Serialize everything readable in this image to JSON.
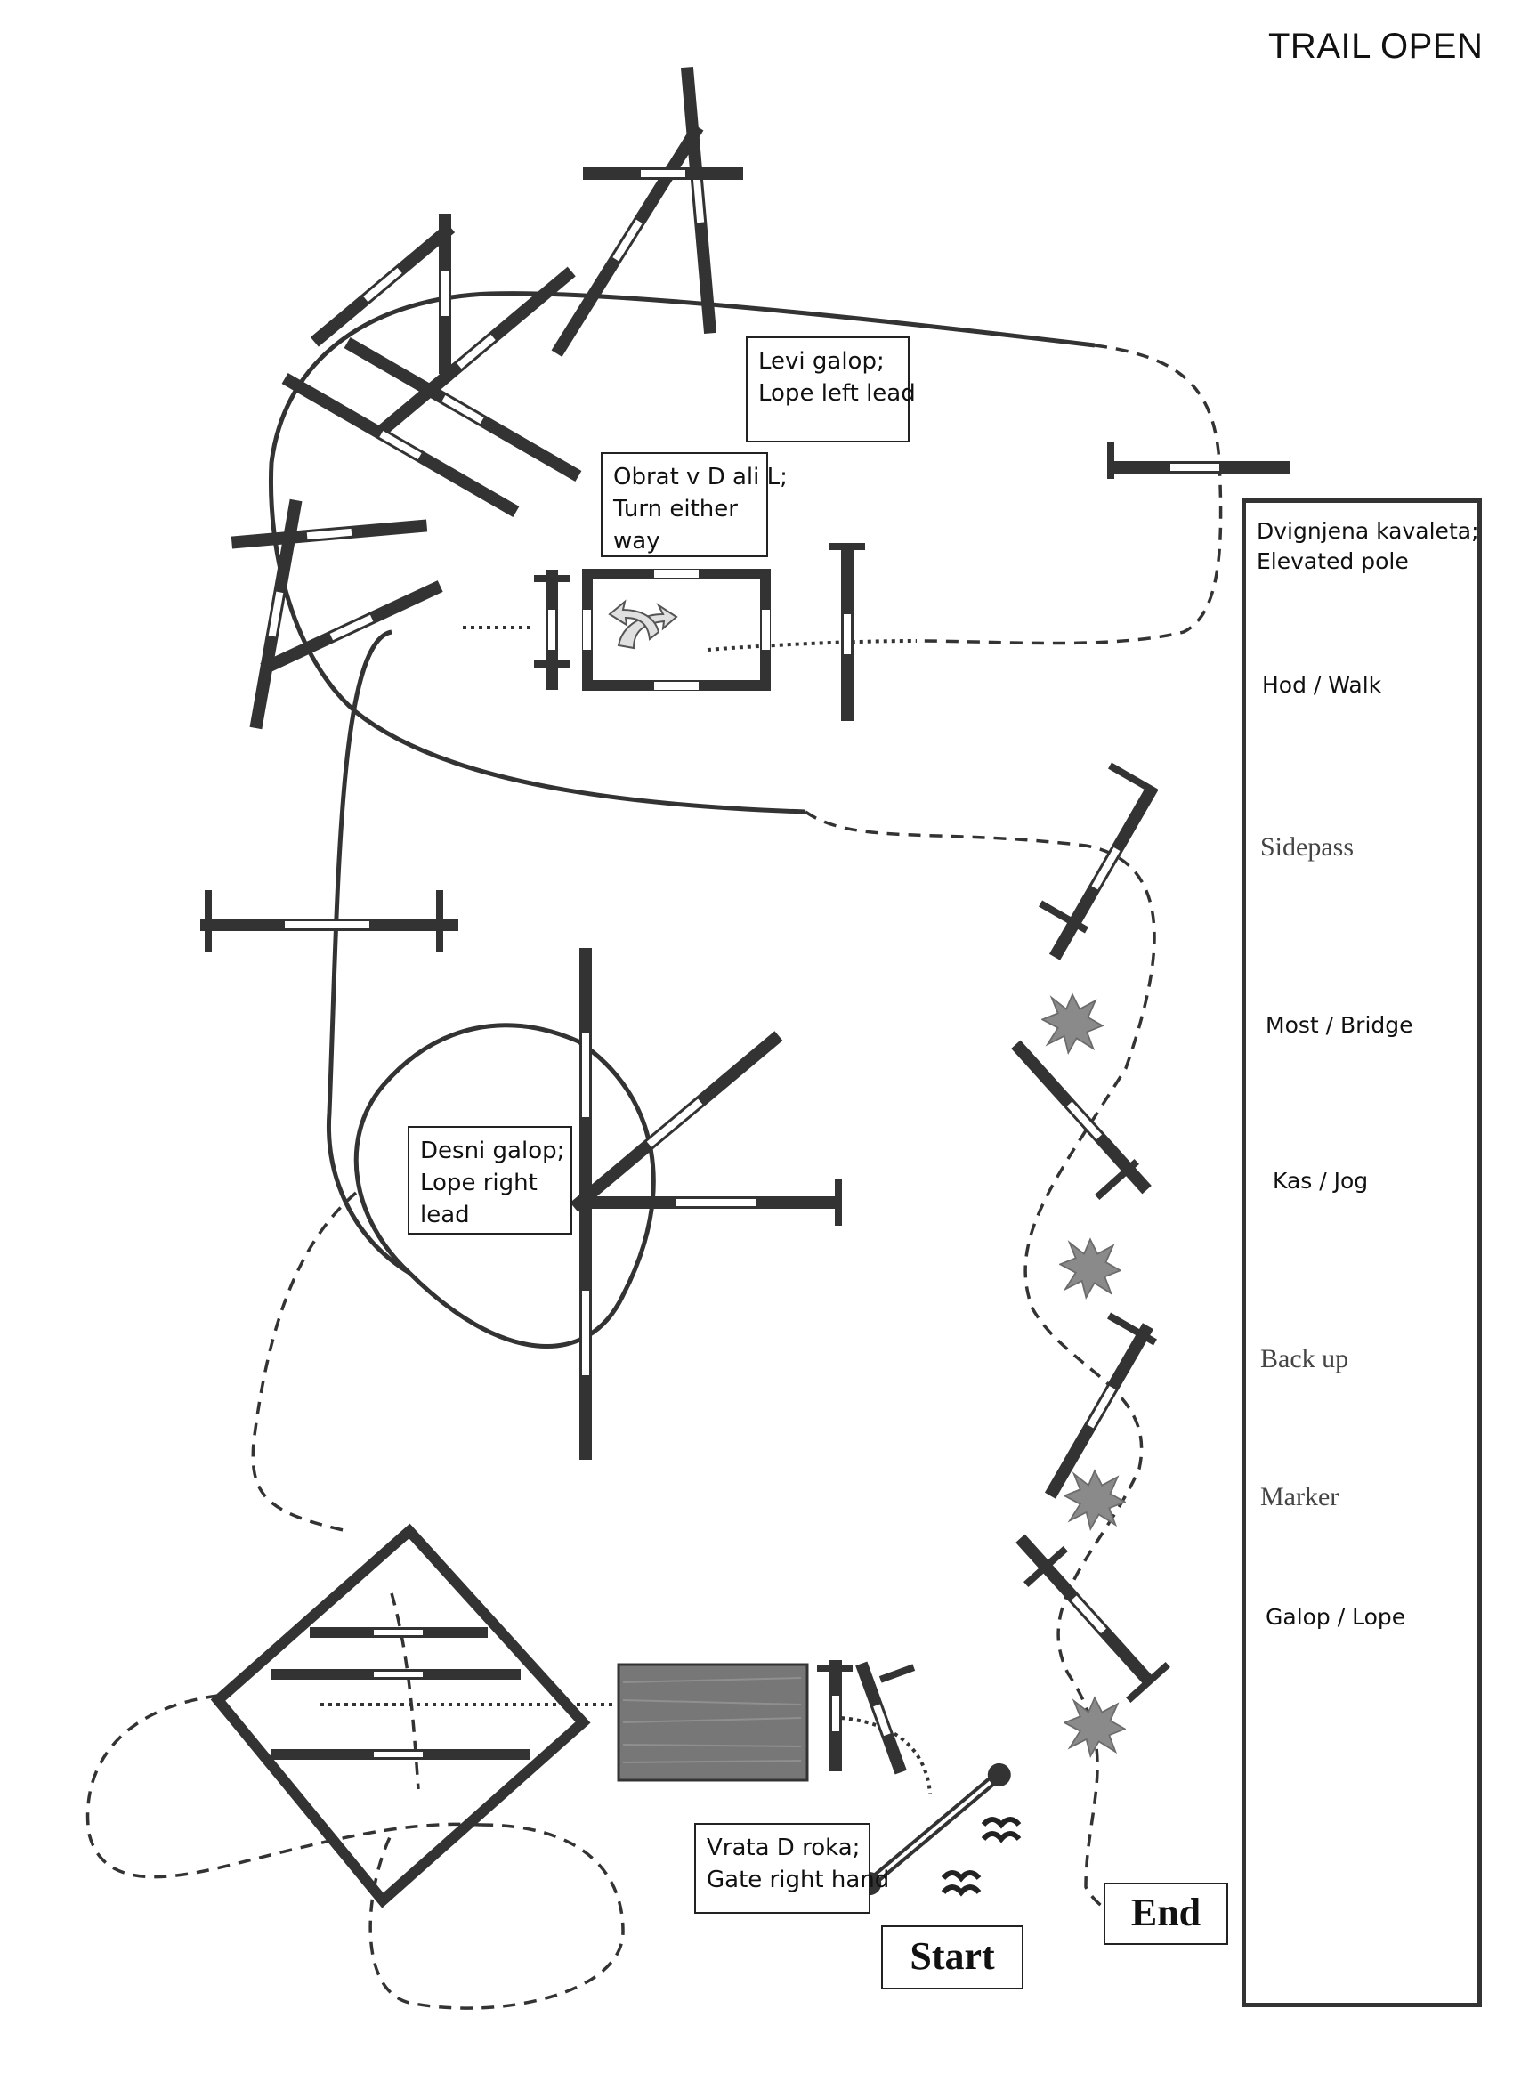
{
  "title": "TRAIL OPEN",
  "notes": {
    "lope_left": [
      "Levi galop;",
      "Lope left lead"
    ],
    "turn": [
      "Obrat v D ali L;",
      "Turn either",
      "way"
    ],
    "lope_right": [
      "Desni galop;",
      "Lope right",
      "lead"
    ],
    "gate": [
      "Vrata D roka;",
      "Gate right hand"
    ]
  },
  "start_label": "Start",
  "end_label": "End",
  "legend": {
    "elevated": [
      "Dvignjena kavaleta;",
      "Elevated pole"
    ],
    "walk": "Hod / Walk",
    "sidepass": "Sidepass",
    "bridge": "Most / Bridge",
    "jog": "Kas / Jog",
    "backup": "Back up",
    "marker": "Marker",
    "lope": "Galop / Lope"
  },
  "colors": {
    "line": "#333333",
    "bridge_fill": "#d4d8e2",
    "marker": "#222222",
    "shrub": "#8a8a8a"
  }
}
